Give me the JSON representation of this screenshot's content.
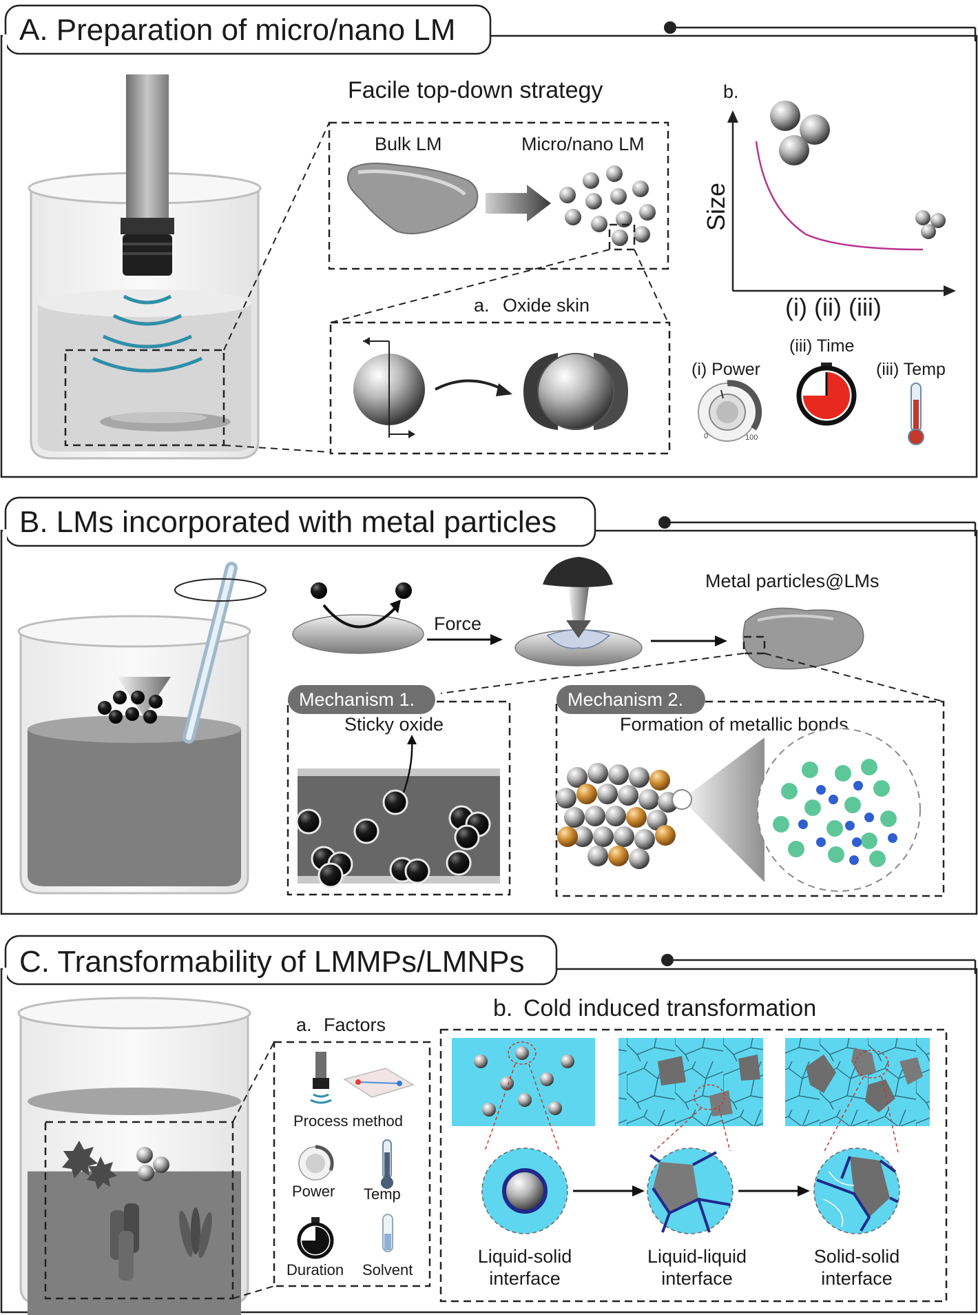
{
  "sections": {
    "a": {
      "title": "A. Preparation of micro/nano LM",
      "subtitle": "Facile top-down strategy",
      "bulk_label": "Bulk LM",
      "micro_label": "Micro/nano LM",
      "oxide_letter": "a.",
      "oxide_label": "Oxide skin",
      "chart_letter": "b.",
      "chart_ylabel": "Size",
      "chart_xlabel": "(i) (ii) (iii)",
      "power_label": "(i) Power",
      "time_label": "(iii) Time",
      "temp_label": "(iii) Temp",
      "dial_min": "0",
      "dial_max": "100"
    },
    "b": {
      "title": "B. LMs incorporated with metal particles",
      "force_label": "Force",
      "product_label": "Metal particles@LMs",
      "mech1_label": "Mechanism 1.",
      "mech1_desc": "Sticky oxide",
      "mech2_label": "Mechanism 2.",
      "mech2_desc": "Formation of metallic bonds"
    },
    "c": {
      "title": "C. Transformability of LMMPs/LMNPs",
      "factors_letter": "a.",
      "factors_label": "Factors",
      "factor_process": "Process method",
      "factor_power": "Power",
      "factor_temp": "Temp",
      "factor_duration": "Duration",
      "factor_solvent": "Solvent",
      "cold_letter": "b.",
      "cold_label": "Cold induced transformation",
      "interface_1a": "Liquid-solid",
      "interface_1b": "interface",
      "interface_2a": "Liquid-liquid",
      "interface_2b": "interface",
      "interface_3a": "Solid-solid",
      "interface_3b": "interface"
    }
  },
  "colors": {
    "curve": "#b7338f",
    "water": "#dcdcdc",
    "dark_liquid": "#7f7f7f",
    "ice": "#5fd6ef",
    "ion_plus": "#5ec79a",
    "ion_minus": "#2f5fd0",
    "copper": "#c9872e",
    "ultrasound": "#2f8fa7"
  },
  "icons": [
    "ultrasonic-probe-icon",
    "beaker-icon",
    "dial-icon",
    "stopwatch-icon",
    "thermometer-icon",
    "stir-rod-icon",
    "test-tube-icon",
    "microfluidic-chip-icon"
  ]
}
